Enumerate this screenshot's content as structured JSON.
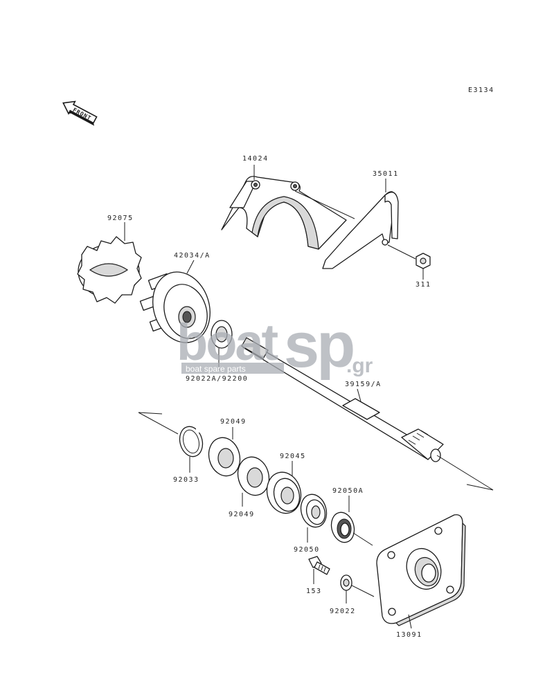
{
  "diagram_code": "E3134",
  "front_label": "FRONT",
  "watermark": {
    "brand_left": "boat",
    "brand_right": "sp",
    "domain": ".gr",
    "tagline": "boat spare parts"
  },
  "parts": {
    "p14024": "14024",
    "p35011": "35011",
    "p92075": "92075",
    "p42034A": "42034/A",
    "p311": "311",
    "p92022A_92200": "92022A/92200",
    "p39159A": "39159/A",
    "p92049_top": "92049",
    "p92049_bottom": "92049",
    "p92033": "92033",
    "p92045": "92045",
    "p92050A": "92050A",
    "p92050": "92050",
    "p153": "153",
    "p92022": "92022",
    "p13091": "13091"
  }
}
